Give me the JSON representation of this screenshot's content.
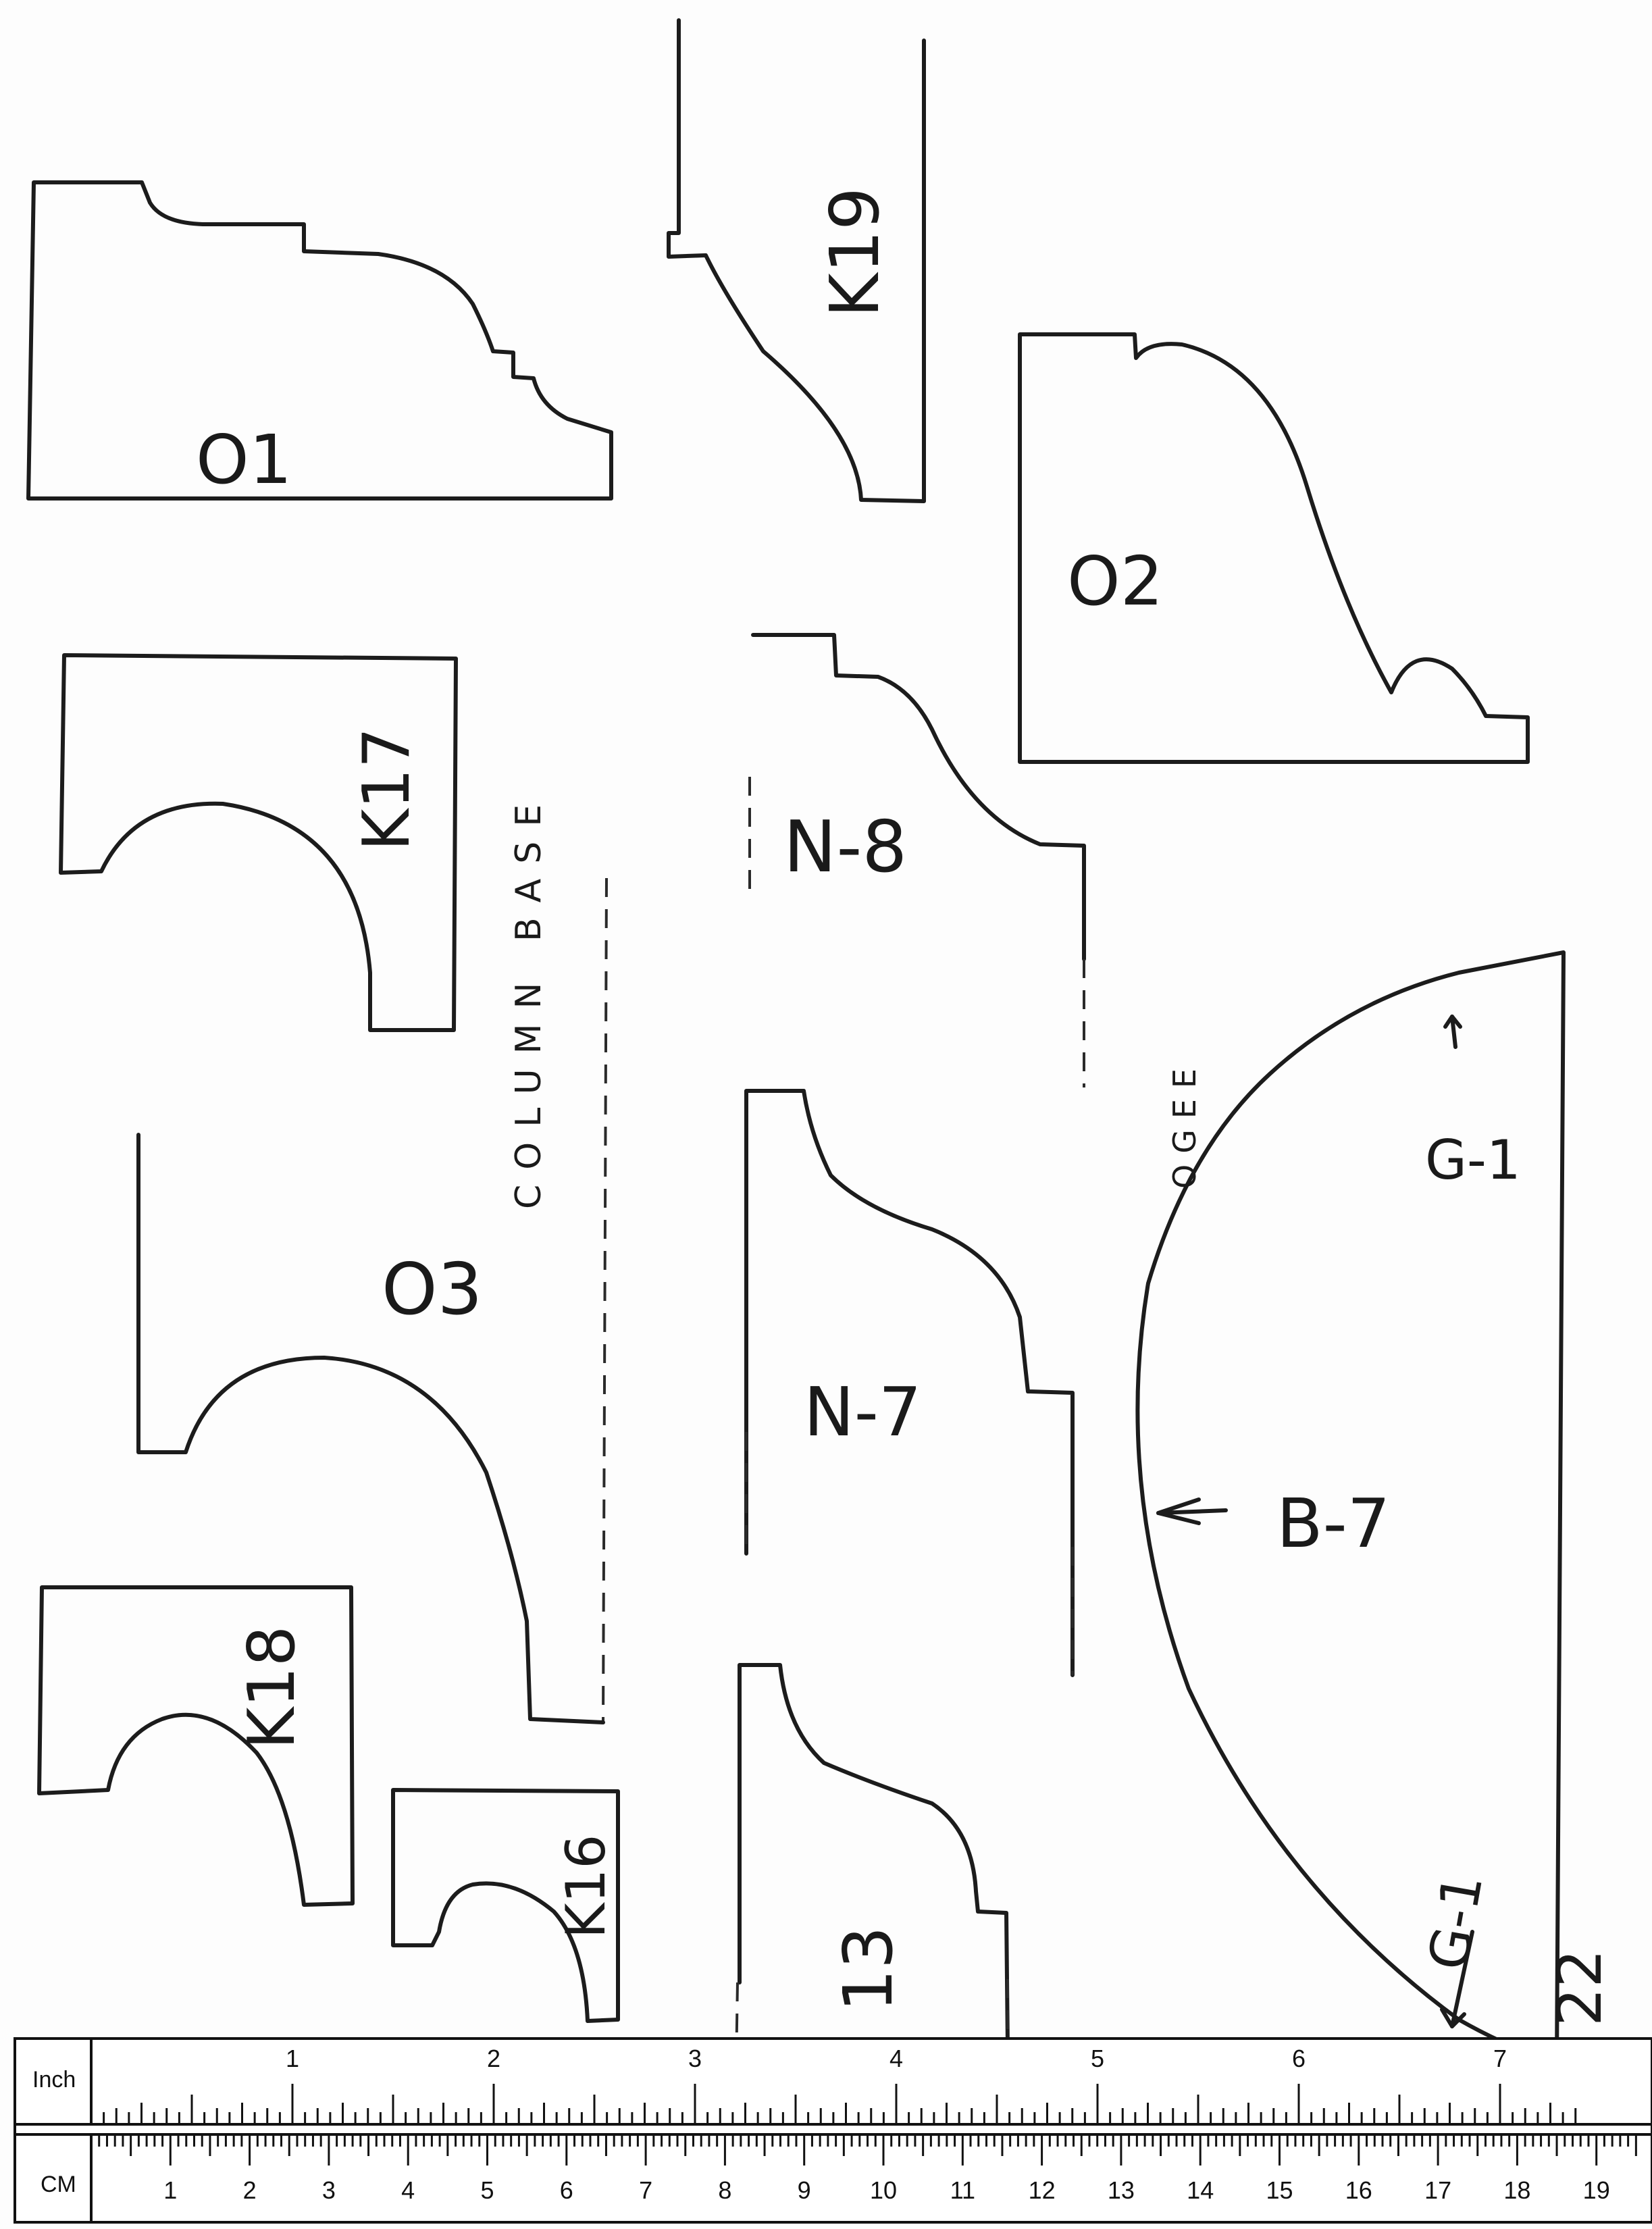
{
  "profiles": {
    "o1": "O1",
    "k19": "K19",
    "o2": "O2",
    "k17": "K17",
    "n8": "N-8",
    "column_base": "COLUMN BASE",
    "ogee": "OGEE",
    "g1_top": "G-1",
    "o3": "O3",
    "n7": "N-7",
    "b7": "B-7",
    "k18": "K18",
    "k16": "K16",
    "i13": "I 13",
    "g1_bottom": "G-1",
    "mark_22": "22"
  },
  "ruler": {
    "inch_label": "Inch",
    "cm_label": "CM",
    "inch_numbers": [
      "1",
      "2",
      "3",
      "4",
      "5",
      "6",
      "7"
    ],
    "cm_numbers": [
      "1",
      "2",
      "3",
      "4",
      "5",
      "6",
      "7",
      "8",
      "9",
      "10",
      "11",
      "12",
      "13",
      "14",
      "15",
      "16",
      "17",
      "18",
      "19"
    ]
  },
  "colors": {
    "ink": "#1c1c1c",
    "paper": "#fdfdfd"
  }
}
